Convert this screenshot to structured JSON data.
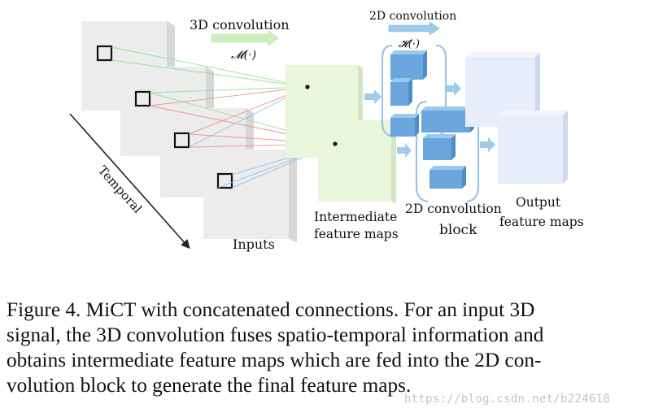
{
  "diagram": {
    "temporal_label": "Temporal",
    "conv3d_label": "3D convolution",
    "conv3d_op": "𝓜(·)",
    "conv2d_label": "2D convolution",
    "conv2d_op": "𝓗(·)",
    "inputs_label": "Inputs",
    "intermediate_label_1": "Intermediate",
    "intermediate_label_2": "feature maps",
    "block_label_1": "2D convolution",
    "block_label_2": "block",
    "output_label_1": "Output",
    "output_label_2": "feature maps"
  },
  "caption": {
    "lines": [
      "Figure 4. MiCT with concatenated connections. For an input 3D",
      "signal, the 3D convolution fuses spatio-temporal information and",
      "obtains intermediate feature maps which are fed into the 2D con-",
      "volution block to generate the final feature maps."
    ]
  },
  "watermark": "https://blog.csdn.net/b224618",
  "colors": {
    "input_frame": "#ececec",
    "intermediate_map": "#e9f6dc",
    "output_map": "#e8edfb",
    "block_cube": "#6aa6dc",
    "arrow_blue": "#9ecbea",
    "arrow_green": "#cfeec0",
    "line_green": "#8fe08f",
    "line_red": "#f08a8a",
    "line_blue": "#8cc0ee"
  }
}
